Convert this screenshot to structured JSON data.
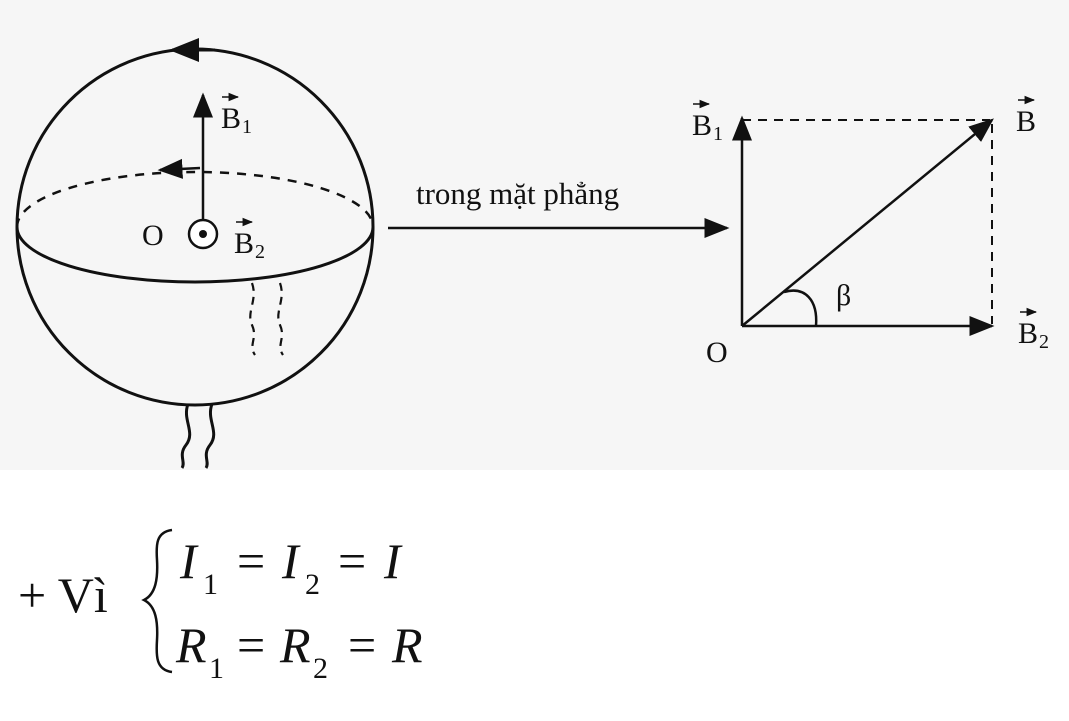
{
  "left_figure": {
    "center_label": "O",
    "field_up_label": "B",
    "field_up_sub": "1",
    "field_out_label": "B",
    "field_out_sub": "2"
  },
  "connector": {
    "caption": "trong mặt phẳng"
  },
  "vector_diagram": {
    "origin_label": "O",
    "vertical_label": "B",
    "vertical_sub": "1",
    "horizontal_label": "B",
    "horizontal_sub": "2",
    "resultant_label": "B",
    "angle_label": "β"
  },
  "equation": {
    "prefix": "+ Vì",
    "line1": {
      "a": "I",
      "a_sub": "1",
      "eq1": "=",
      "b": "I",
      "b_sub": "2",
      "eq2": "=",
      "c": "I"
    },
    "line2": {
      "a": "R",
      "a_sub": "1",
      "eq1": "=",
      "b": "R",
      "b_sub": "2",
      "eq2": "=",
      "c": "R"
    }
  }
}
